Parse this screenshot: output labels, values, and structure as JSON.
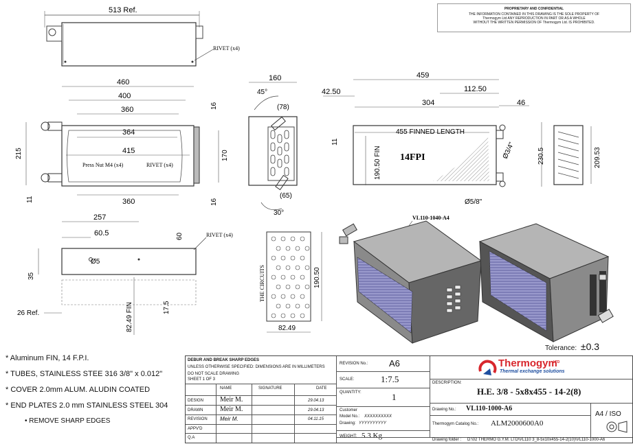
{
  "proprietary": {
    "title": "PROPRIETARY AND CONFIDENTIAL",
    "line1": "THE INFORMATION CONTAINED IN THIS DRAWING IS THE SOLE PROPERTY OF",
    "line2": "Thermogym Ltd ANY REPRODUCTION IN PART OR AS A WHOLE",
    "line3": "WITHOUT THE WRITTEN PERMISSION OF Thermogym Ltd. IS PROHIBITED."
  },
  "top_view": {
    "dim_width": "513 Ref.",
    "rivet": "RIVET (x4)"
  },
  "front_view": {
    "dims": [
      "460",
      "400",
      "360",
      "364",
      "415",
      "360",
      "215",
      "11",
      "16",
      "170",
      "16"
    ],
    "press_nut": "Press Nut M4 (x4)",
    "rivet": "RIVET (x4)"
  },
  "side_view": {
    "dims": [
      "160",
      "(78)",
      "(65)"
    ],
    "angles": [
      "45°",
      "30°"
    ]
  },
  "coil_view": {
    "dims": [
      "459",
      "112.50",
      "42.50",
      "304",
      "46",
      "11",
      "230.5",
      "209.53",
      "190.50 FIN"
    ],
    "finned_length": "455 FINNED LENGTH",
    "fpi": "14FPI",
    "pipe_top": "Ø3/4\"",
    "pipe_bottom": "Ø5/8\""
  },
  "bottom_view": {
    "dims": [
      "257",
      "60.5",
      "60",
      "35",
      "26 Ref.",
      "82.49 FIN",
      "17.5"
    ],
    "hole": "Ø5",
    "rivet": "RIVET (x4)"
  },
  "circuit_view": {
    "label": "THE CIRCUITS",
    "height": "190.50",
    "width": "82.49"
  },
  "iso_views": {
    "label": "VL110-1040-A4"
  },
  "tolerance": {
    "label": "Tolerance:",
    "value": "±0.3"
  },
  "notes": [
    "* Aluminum FIN, 14 F.P.I.",
    "* TUBES, STAINLESS STEE 316 3/8\" x 0.012\"",
    "* COVER  2.0mm ALUM. ALUDIN COATED",
    "* END PLATES 2.0 mm STAINLESS STEEL 304",
    "• REMOVE SHARP EDGES"
  ],
  "title_block": {
    "debur": "DEBUR AND BREAK SHARP EDGES",
    "units": "UNLESS OTHERWISE SPECIFIED: DIMENSIONS ARE IN MILLIMETERS",
    "no_scale": "DO NOT SCALE DRAWING",
    "sheet": "SHEET 1 OF 3",
    "col_name": "NAME",
    "col_signature": "SIGNATURE",
    "col_date": "DATE",
    "rows": [
      {
        "role": "DESIGN",
        "name": "Meir M.",
        "date": "29.04.13"
      },
      {
        "role": "DRAWN",
        "name": "Meir M.",
        "date": "29.04.13"
      },
      {
        "role": "REVISION",
        "name": "Meir M.",
        "date": "04.11.15"
      },
      {
        "role": "APPV'D",
        "name": "",
        "date": ""
      },
      {
        "role": "Q.A",
        "name": "",
        "date": ""
      }
    ],
    "revision_label": "REVISION No.:",
    "revision": "A6",
    "scale_label": "SCALE:",
    "scale": "1:7.5",
    "quantity_label": "QUANTITY:",
    "quantity": "1",
    "customer_label": "Customer",
    "model_label": "Model No.:",
    "model": "XXXXXXXXXX",
    "drawing_label": "Drawing:",
    "drawing": "YYYYYYYYYY",
    "weight_label": "WEIGHT:",
    "weight": "5.3 Kg",
    "company": "Thermogym",
    "company_suffix": "LTD",
    "tagline": "Thermal exchange solutions",
    "description_label": "DESCRIPTION:",
    "description": "H.E. 3/8 - 5x8x455 - 14-2(8)",
    "drawing_no_label": "Drawing No.:",
    "drawing_no": "VL110-1000-A6",
    "catalog_label": "Thermogym Catalog No.:",
    "catalog": "ALM2000600A0",
    "sheet_size": "A4 / ISO",
    "folder_label": "Drawing folder :",
    "folder": "D:\\02 THERMO G.Y.M. LTD\\VL110 3_8-5x10x455-14-2(10)\\VL110-1000-A6"
  },
  "colors": {
    "accent_red": "#d8262c",
    "accent_blue": "#1f4fa0",
    "coil_fill": "#9999cc",
    "body_dark": "#666666"
  }
}
